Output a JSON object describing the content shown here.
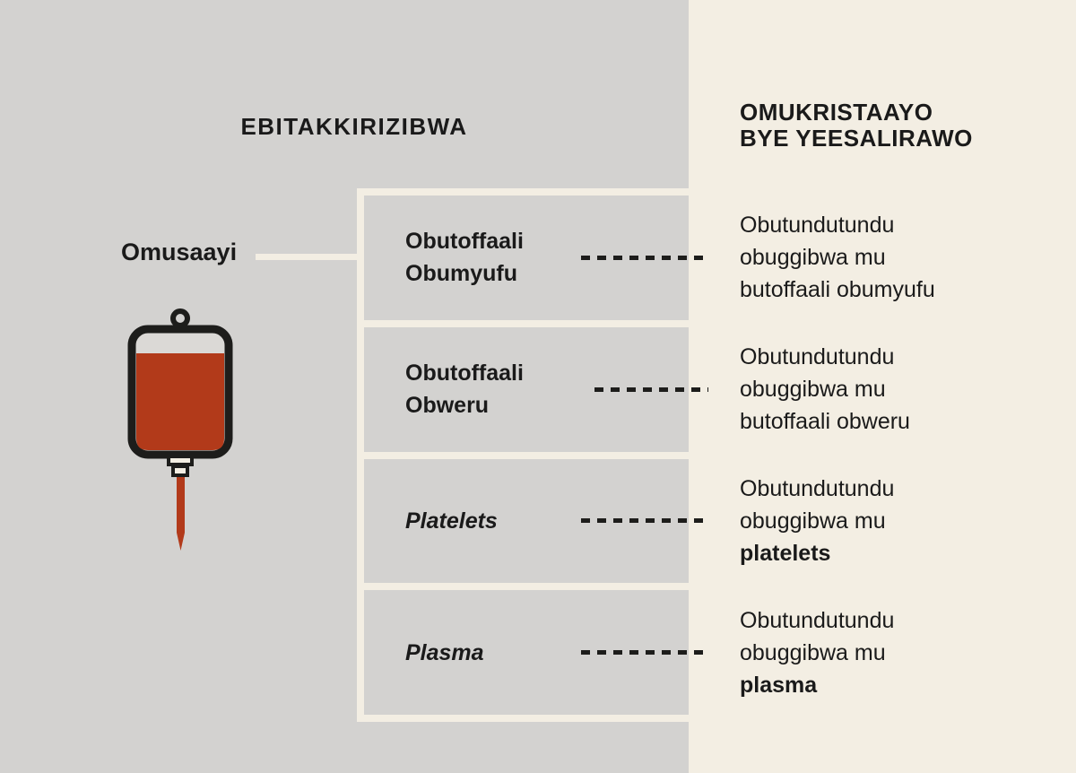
{
  "page": {
    "left_bg": "#d3d2d0",
    "right_bg": "#f3eee3",
    "text_color": "#1a1a1a",
    "blood_red": "#b23a1a",
    "outline_dark": "#1d1d1b"
  },
  "headers": {
    "prohibited": "EBITAKKIRIZIBWA",
    "decide_line1": "OMUKRISTAAYO",
    "decide_line2": "BYE YEESALIRAWO"
  },
  "source": {
    "label": "Omusaayi"
  },
  "rows": [
    {
      "component": {
        "line1": "Obutoffaali",
        "line2": "Obumyufu"
      },
      "fraction": {
        "line1": "Obutundutundu",
        "line2": "obuggibwa mu",
        "line3": "butoffaali obumyufu"
      }
    },
    {
      "component": {
        "line1": "Obutoffaali",
        "line2": "Obweru"
      },
      "fraction": {
        "line1": "Obutundutundu",
        "line2": "obuggibwa mu",
        "line3": "butoffaali obweru"
      }
    },
    {
      "component": {
        "line1": "Platelets"
      },
      "fraction": {
        "line1": "Obutundutundu",
        "line2": "obuggibwa mu",
        "line3": "platelets"
      }
    },
    {
      "component": {
        "line1": "Plasma"
      },
      "fraction": {
        "line1": "Obutundutundu",
        "line2": "obuggibwa mu",
        "line3": "plasma"
      }
    }
  ]
}
